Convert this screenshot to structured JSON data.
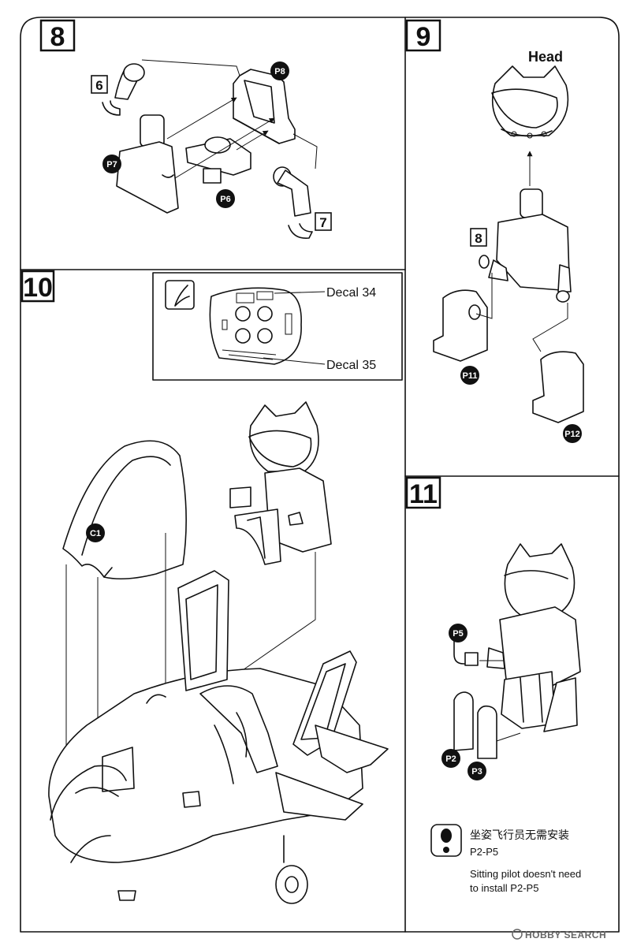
{
  "steps": {
    "s8": "8",
    "s9": "9",
    "s10": "10",
    "s11": "11"
  },
  "step8": {
    "ref6": "6",
    "ref7": "7",
    "p6": "P6",
    "p7": "P7",
    "p8": "P8"
  },
  "step9": {
    "head_label": "Head",
    "ref8": "8",
    "p11": "P11",
    "p12": "P12"
  },
  "step10": {
    "decal34": "Decal 34",
    "decal35": "Decal 35",
    "c1": "C1"
  },
  "step11": {
    "p2": "P2",
    "p3": "P3",
    "p5": "P5",
    "note_cn": "坐姿飞行员无需安装",
    "note_parts": "P2-P5",
    "note_en_line1": "Sitting pilot doesn't need",
    "note_en_line2": "to install P2-P5"
  },
  "watermark": "HOBBY SEARCH"
}
